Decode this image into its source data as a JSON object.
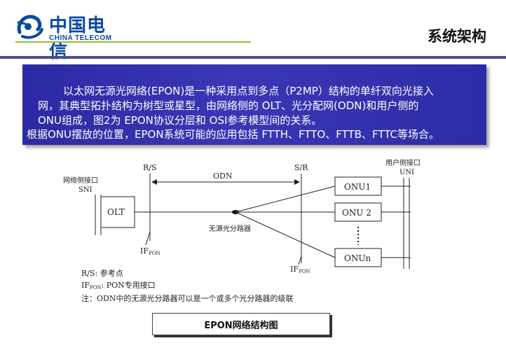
{
  "header": {
    "logo_cn": "中国电信",
    "logo_en": "CHINA TELECOM",
    "title": "系统架构"
  },
  "intro": {
    "lines": [
      "以太网无源光网络(EPON)是一种采用点到多点（P2MP）结构的单纤双向光接入",
      "网，其典型拓扑结构为树型或星型，由网络侧的 OLT、光分配网(ODN)和用户侧的",
      "ONU组成，图2为 EPON协议分层和 OSI参考模型间的关系。",
      "根据ONU摆放的位置，EPON系统可能的应用包括 FTTH、FTTO、FTTB、FTTC等场合。"
    ]
  },
  "diagram": {
    "sni_label_1": "网络侧接口",
    "sni_label_2": "SNI",
    "uni_label_1": "用户侧接口",
    "uni_label_2": "UNI",
    "rs_label": "R/S",
    "sr_label": "S/R",
    "odn_label": "ODN",
    "olt_label": "OLT",
    "onu1_label": "ONU1",
    "onu2_label": "ONU 2",
    "onun_label": "ONUn",
    "splitter_label": "无源光分路器",
    "ifpon_main": "IF",
    "ifpon_sub": "PON",
    "legend_rs": "R/S:  参考点",
    "legend_if_main": "IF",
    "legend_if_sub": "PON",
    "legend_if_rest": ":  PON专用接口",
    "legend_note": "注：ODN中的无源光分路器可以是一个或多个光分路器的级联"
  },
  "caption": "EPON网络结构图",
  "colors": {
    "intro_bg": "#2f2eaa",
    "header_bar": "#4f4c8c",
    "logo_blue": "#0a4aa0",
    "accent_green": "#8fbf3a"
  }
}
